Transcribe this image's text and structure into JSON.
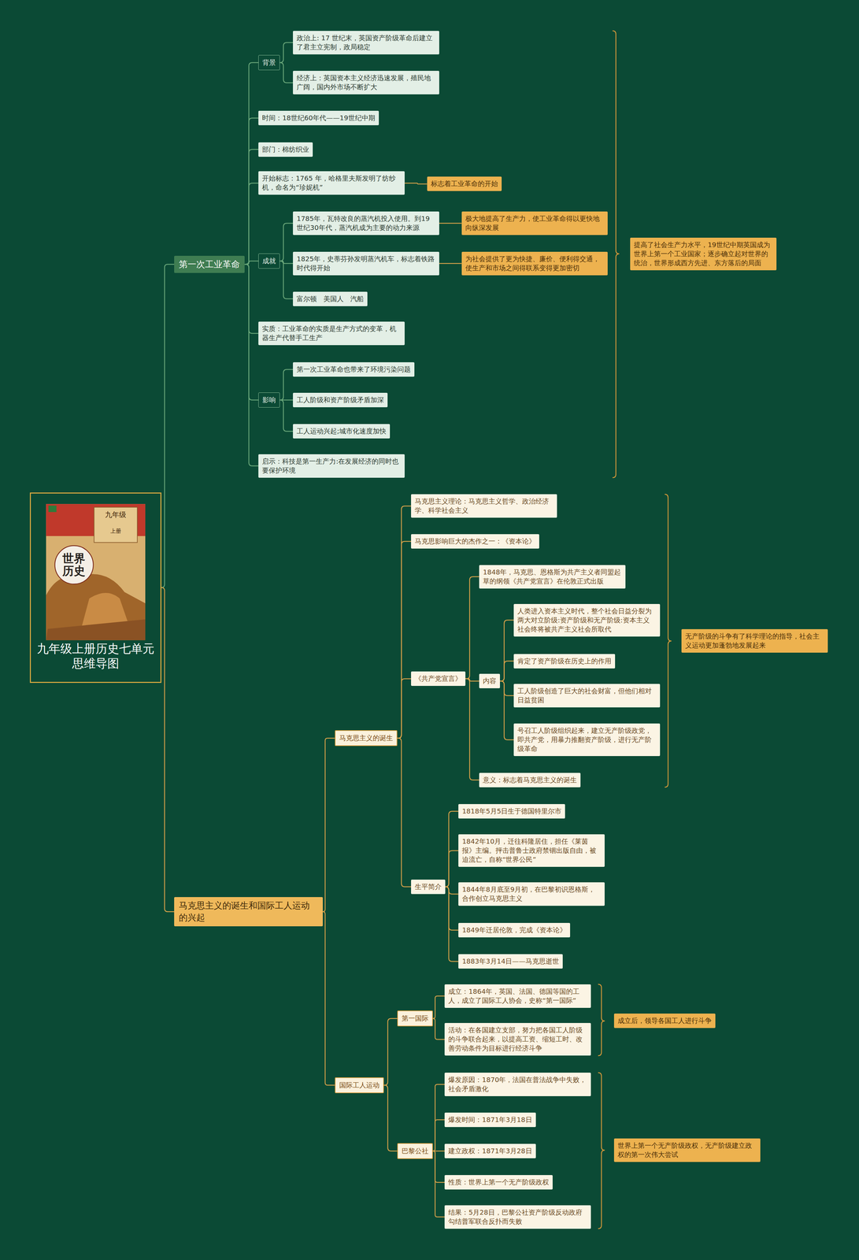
{
  "diagram": {
    "nodes": [
      {
        "text": [
          "九年级上册历史七单元思维导图"
        ]
      },
      {
        "text": [
          "第一次工业革命"
        ]
      },
      {
        "text": [
          "背景"
        ]
      },
      {
        "text": [
          "政治上: 17 世纪末，英国资产阶级革命后建立了君主立宪制，政局稳定"
        ]
      },
      {
        "text": [
          "经济上：英国资本主义经济迅速发展，殖民地广阔，国内外市场不断扩大"
        ]
      },
      {
        "text": [
          "时间：18世纪60年代——19世纪中期"
        ]
      },
      {
        "text": [
          "部门：棉纺织业"
        ]
      },
      {
        "text": [
          "开始标志：1765 年，哈格里夫斯发明了纺纱机，命名为“珍妮机”"
        ]
      },
      {
        "text": [
          "标志着工业革命的开始"
        ]
      },
      {
        "text": [
          "成就"
        ]
      },
      {
        "text": [
          "1785年，瓦特改良的蒸汽机投入使用。到19世纪30年代，蒸汽机成为主要的动力来源"
        ]
      },
      {
        "text": [
          "极大地提高了生产力，使工业革命得以更快地向纵深发展"
        ]
      },
      {
        "text": [
          "1825年，史蒂芬孙发明蒸汽机车，标志着铁路时代得开始"
        ]
      },
      {
        "text": [
          "为社会提供了更为快捷、廉价、便利得交通，使生产和市场之间得联系变得更加密切"
        ]
      },
      {
        "text": [
          "富尔顿　美国人　汽船"
        ]
      },
      {
        "text": [
          "实质：工业革命的实质是生产方式的变革，机器生产代替手工生产"
        ]
      },
      {
        "text": [
          "影响"
        ]
      },
      {
        "text": [
          "第一次工业革命也带来了环境污染问题"
        ]
      },
      {
        "text": [
          "工人阶级和资产阶级矛盾加深"
        ]
      },
      {
        "text": [
          "工人运动兴起;城市化速度加快"
        ]
      },
      {
        "text": [
          "启示：科技是第一生产力:在发展经济的同时也要保护环境"
        ]
      },
      {
        "text": [
          "提高了社会生产力水平，19世纪中期英国成为世界上第一个工业国家；逐步确立起对世界的统治，世界形成西方先进、东方落后的局面"
        ]
      },
      {
        "text": [
          "马克思主义的诞生和国际工人运动的兴起"
        ]
      },
      {
        "text": [
          "马克思主义的诞生"
        ]
      },
      {
        "text": [
          "马克思主义理论：马克思主义哲学、政治经济学、科学社会主义"
        ]
      },
      {
        "text": [
          "马克思影响巨大的杰作之一：《资本论》"
        ]
      },
      {
        "text": [
          "《共产党宣言》"
        ]
      },
      {
        "text": [
          "1848年，马克思、恩格斯为共产主义者同盟起草的纲领《共产党宣言》在伦敦正式出版"
        ]
      },
      {
        "text": [
          "内容"
        ]
      },
      {
        "text": [
          "人类进入资本主义时代，整个社会日益分裂为两大对立阶级:资产阶级和无产阶级:资本主义社会终将被共产主义社会所取代"
        ]
      },
      {
        "text": [
          "肯定了资产阶级在历史上的作用"
        ]
      },
      {
        "text": [
          "工人阶级创造了巨大的社会财富，但他们相对日益贫困"
        ]
      },
      {
        "text": [
          "号召工人阶级组织起来，建立无产阶级政党，即共产党，用暴力推翻资产阶级，进行无产阶级革命"
        ]
      },
      {
        "text": [
          "意义：标志着马克思主义的诞生"
        ]
      },
      {
        "text": [
          "无产阶级的斗争有了科学理论的指导，社会主义运动更加蓬勃地发展起来"
        ]
      },
      {
        "text": [
          "生平简介"
        ]
      },
      {
        "text": [
          "1818年5月5日生于德国特里尔市"
        ]
      },
      {
        "text": [
          "1842年10月，迁往科隆居住，担任《莱茵报》主编。抨击普鲁士政府禁锢出版自由，被迫流亡，自称“世界公民”"
        ]
      },
      {
        "text": [
          "1844年8月底至9月初，在巴黎初识恩格斯，合作创立马克思主义"
        ]
      },
      {
        "text": [
          "1849年迁居伦敦，完成《资本论》"
        ]
      },
      {
        "text": [
          "1883年3月14日——马克思逝世"
        ]
      },
      {
        "text": [
          "国际工人运动"
        ]
      },
      {
        "text": [
          "第一国际"
        ]
      },
      {
        "text": [
          "成立：1864年，英国、法国、德国等国的工人，成立了国际工人协会，史称“第一国际”"
        ]
      },
      {
        "text": [
          "活动：在各国建立支部，努力把各国工人阶级的斗争联合起来，以提高工资、缩短工时、改善劳动条件为目标进行经济斗争"
        ]
      },
      {
        "text": [
          "成立后，领导各国工人进行斗争"
        ]
      },
      {
        "text": [
          "巴黎公社"
        ]
      },
      {
        "text": [
          "爆发原因：1870年，法国在普法战争中失败，社会矛盾激化"
        ]
      },
      {
        "text": [
          "爆发时间：1871年3月18日"
        ]
      },
      {
        "text": [
          "建立政权：1871年3月28日"
        ]
      },
      {
        "text": [
          "性质：世界上第一个无产阶级政权"
        ]
      },
      {
        "text": [
          "结果：5月28日，巴黎公社资产阶级反动政府勾结普军联合反扑而失败"
        ]
      },
      {
        "text": [
          "世界上第一个无产阶级政权，无产阶级建立政权的第一次伟大尝试"
        ]
      }
    ],
    "edges": [
      {
        "from": 0,
        "to": 1,
        "arrow": "none"
      },
      {
        "from": 0,
        "to": 22,
        "arrow": "none"
      },
      {
        "from": 1,
        "to": 2,
        "arrow": "none"
      },
      {
        "from": 1,
        "to": 5,
        "arrow": "none"
      },
      {
        "from": 1,
        "to": 6,
        "arrow": "none"
      },
      {
        "from": 1,
        "to": 7,
        "arrow": "none"
      },
      {
        "from": 1,
        "to": 9,
        "arrow": "none"
      },
      {
        "from": 1,
        "to": 15,
        "arrow": "none"
      },
      {
        "from": 1,
        "to": 16,
        "arrow": "none"
      },
      {
        "from": 1,
        "to": 20,
        "arrow": "none"
      },
      {
        "from": 2,
        "to": 3,
        "arrow": "none"
      },
      {
        "from": 2,
        "to": 4,
        "arrow": "none"
      },
      {
        "from": 7,
        "to": 8,
        "arrow": "none"
      },
      {
        "from": 9,
        "to": 10,
        "arrow": "none"
      },
      {
        "from": 9,
        "to": 12,
        "arrow": "none"
      },
      {
        "from": 9,
        "to": 14,
        "arrow": "none"
      },
      {
        "from": 10,
        "to": 11,
        "arrow": "none"
      },
      {
        "from": 12,
        "to": 13,
        "arrow": "none"
      },
      {
        "from": 16,
        "to": 17,
        "arrow": "none"
      },
      {
        "from": 16,
        "to": 18,
        "arrow": "none"
      },
      {
        "from": 16,
        "to": 19,
        "arrow": "none"
      },
      {
        "from": 22,
        "to": 23,
        "arrow": "none"
      },
      {
        "from": 22,
        "to": 41,
        "arrow": "none"
      },
      {
        "from": 23,
        "to": 24,
        "arrow": "none"
      },
      {
        "from": 23,
        "to": 25,
        "arrow": "none"
      },
      {
        "from": 23,
        "to": 26,
        "arrow": "none"
      },
      {
        "from": 23,
        "to": 35,
        "arrow": "none"
      },
      {
        "from": 26,
        "to": 27,
        "arrow": "none"
      },
      {
        "from": 26,
        "to": 28,
        "arrow": "none"
      },
      {
        "from": 26,
        "to": 33,
        "arrow": "none"
      },
      {
        "from": 28,
        "to": 29,
        "arrow": "none"
      },
      {
        "from": 28,
        "to": 30,
        "arrow": "none"
      },
      {
        "from": 28,
        "to": 31,
        "arrow": "none"
      },
      {
        "from": 28,
        "to": 32,
        "arrow": "none"
      },
      {
        "from": 35,
        "to": 36,
        "arrow": "none"
      },
      {
        "from": 35,
        "to": 37,
        "arrow": "none"
      },
      {
        "from": 35,
        "to": 38,
        "arrow": "none"
      },
      {
        "from": 35,
        "to": 39,
        "arrow": "none"
      },
      {
        "from": 35,
        "to": 40,
        "arrow": "none"
      },
      {
        "from": 41,
        "to": 42,
        "arrow": "none"
      },
      {
        "from": 41,
        "to": 46,
        "arrow": "none"
      },
      {
        "from": 42,
        "to": 43,
        "arrow": "none"
      },
      {
        "from": 42,
        "to": 44,
        "arrow": "none"
      },
      {
        "from": 46,
        "to": 47,
        "arrow": "none"
      },
      {
        "from": 46,
        "to": 48,
        "arrow": "none"
      },
      {
        "from": 46,
        "to": 49,
        "arrow": "none"
      },
      {
        "from": 46,
        "to": 50,
        "arrow": "none"
      },
      {
        "from": 46,
        "to": 51,
        "arrow": "none"
      }
    ],
    "labels": [
      "九年级",
      "上册",
      "世界历史"
    ]
  }
}
